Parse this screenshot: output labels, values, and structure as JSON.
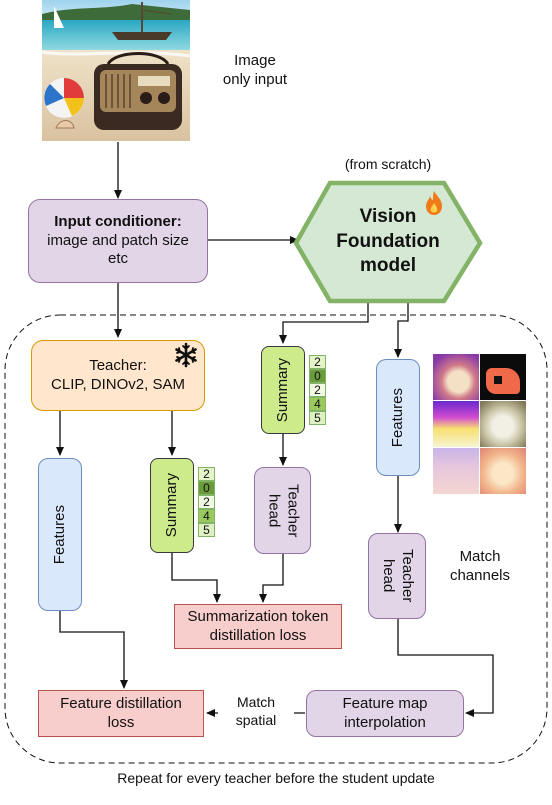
{
  "image_label": "Image\nonly input",
  "from_scratch": "(from scratch)",
  "vfm": "Vision\nFoundation\nmodel",
  "input_conditioner": {
    "title": "Input conditioner:",
    "body": "image and patch size\netc"
  },
  "teacher": "Teacher:\nCLIP, DINOv2, SAM",
  "features": "Features",
  "summary": "Summary",
  "teacher_head": "Teacher\nhead",
  "summary_values": [
    "2",
    "0",
    "2",
    "4",
    "5"
  ],
  "match_channels": "Match\nchannels",
  "match_spatial": "Match\nspatial",
  "summ_loss": "Summarization token\ndistillation loss",
  "feat_loss": "Feature distillation\nloss",
  "interp": "Feature map\ninterpolation",
  "repeat": "Repeat for every teacher before the student update",
  "colors": {
    "purple": "#e1d5e7",
    "orange": "#ffe6cc",
    "blue": "#dae8fc",
    "green": "#d5e8d4",
    "lgreen": "#cdeb8b",
    "red": "#f8cecc"
  },
  "icons": [
    "beach-photo",
    "snowflake-icon",
    "flame-icon",
    "feature-heatmaps"
  ]
}
